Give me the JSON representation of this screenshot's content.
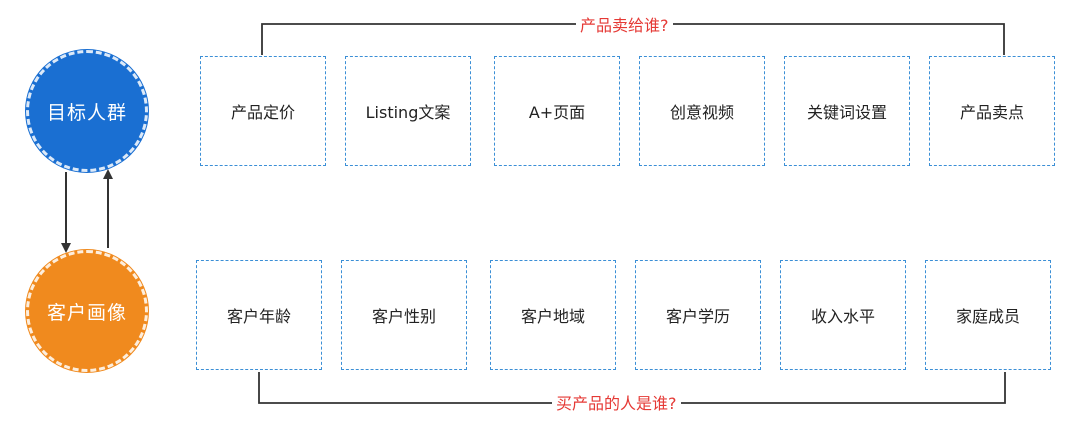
{
  "top_question": "产品卖给谁?",
  "bottom_question": "买产品的人是谁?",
  "circles": {
    "top": "目标人群",
    "bottom": "客户画像"
  },
  "top_boxes": [
    "产品定价",
    "Listing文案",
    "A+页面",
    "创意视频",
    "关键词设置",
    "产品卖点"
  ],
  "bottom_boxes": [
    "客户年龄",
    "客户性别",
    "客户地域",
    "客户学历",
    "收入水平",
    "家庭成员"
  ],
  "colors": {
    "top_circle": "#1a6fd2",
    "bottom_circle": "#f08a1e",
    "box_border": "#3b8fd6",
    "question_text": "#e53935",
    "line": "#333333"
  }
}
